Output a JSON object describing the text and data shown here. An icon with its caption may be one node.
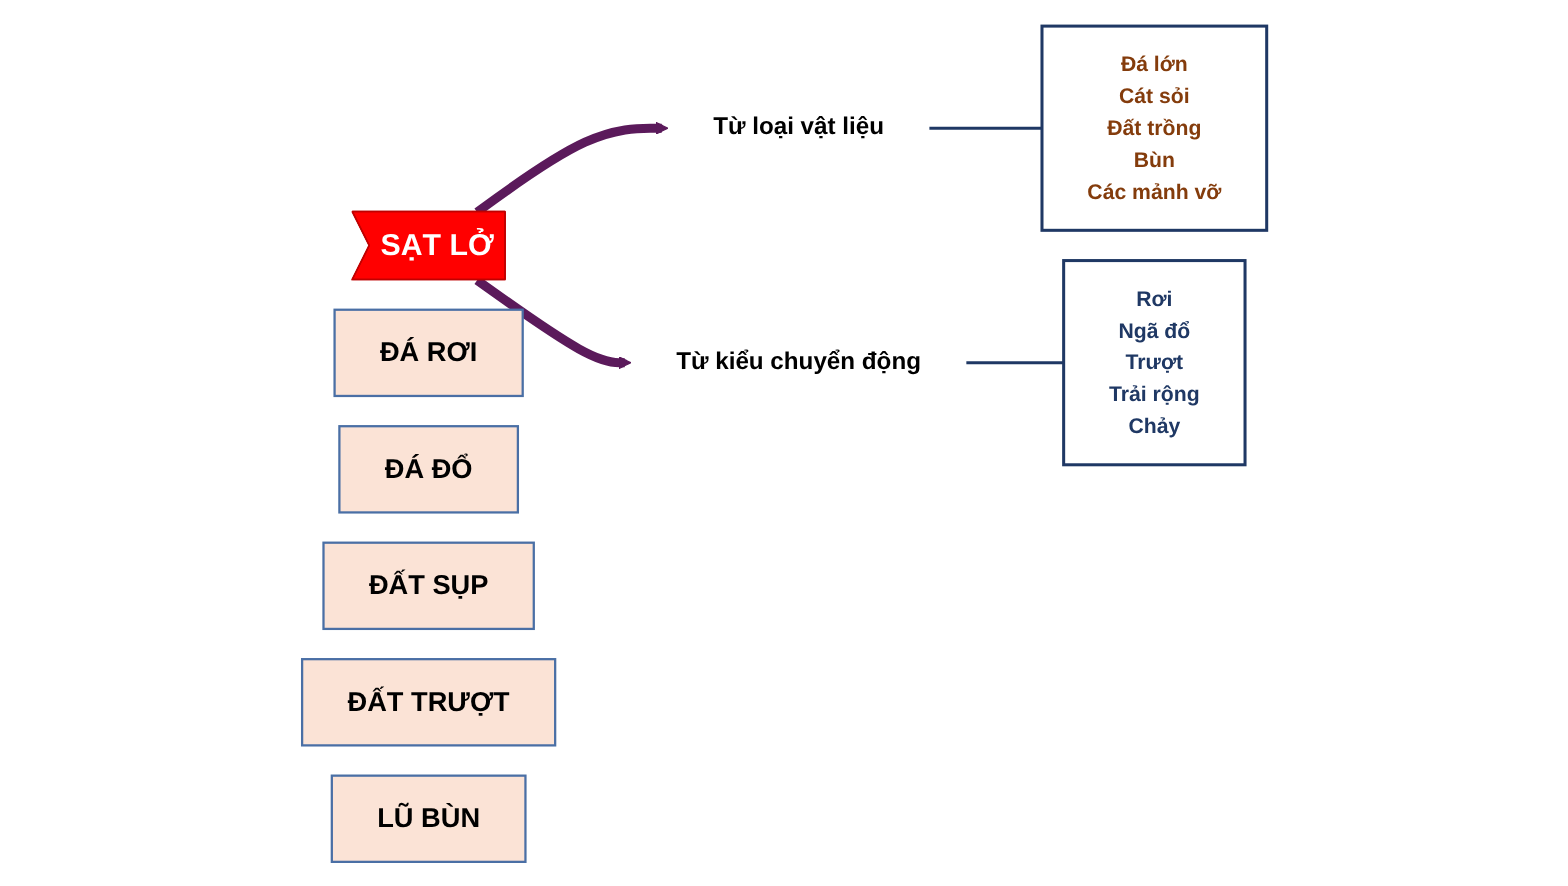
{
  "diagram": {
    "nodes": [
      {
        "text": [
          "SẠT LỞ"
        ]
      },
      {
        "text": [
          "Từ loại vật liệu"
        ]
      },
      {
        "text": [
          "Từ kiểu chuyển động"
        ]
      },
      {
        "text": [
          "Đá lớn",
          "Cát sỏi",
          "Đất trồng",
          "Bùn",
          "Các mảnh vỡ"
        ]
      },
      {
        "text": [
          "Rơi",
          "Ngã đổ",
          "Trượt",
          "Trải rộng",
          "Chảy"
        ]
      },
      {
        "text": [
          "ĐÁ RƠI"
        ]
      },
      {
        "text": [
          "ĐÁ ĐỔ"
        ]
      },
      {
        "text": [
          "ĐẤT SỤP"
        ]
      },
      {
        "text": [
          "ĐẤT TRƯỢT"
        ]
      },
      {
        "text": [
          "LŨ BÙN"
        ]
      }
    ],
    "edges": [
      {
        "from": 0,
        "to": 1,
        "arrow": "to",
        "style": "thick"
      },
      {
        "from": 0,
        "to": 2,
        "arrow": "to",
        "style": "thick"
      },
      {
        "from": 1,
        "to": 3,
        "arrow": "none"
      },
      {
        "from": 2,
        "to": 4,
        "arrow": "none"
      }
    ]
  }
}
